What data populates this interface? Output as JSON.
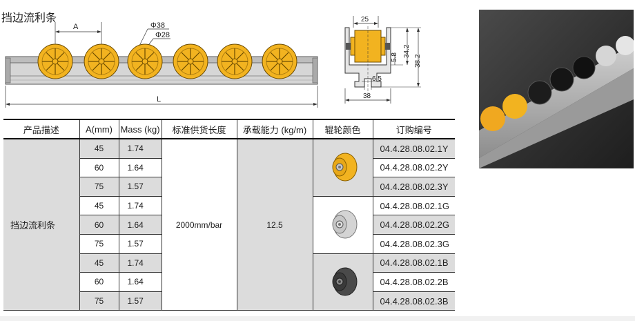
{
  "title": "挡边流利条",
  "drawing": {
    "dim_a": "A",
    "dim_l": "L",
    "dim_d38": "Φ38",
    "dim_d28": "Φ28"
  },
  "section": {
    "dim_25": "25",
    "dim_58": "5.8",
    "dim_342": "34.2",
    "dim_382": "38.2",
    "dim_65": "6.5",
    "dim_38": "38"
  },
  "table": {
    "headers": [
      "产品描述",
      "A(mm)",
      "Mass (kg)",
      "标准供货长度",
      "承载能力 (kg/m)",
      "辊轮颜色",
      "订购编号"
    ],
    "description": "挡边流利条",
    "length": "2000mm/bar",
    "capacity": "12.5",
    "rows": [
      {
        "a": "45",
        "mass": "1.74",
        "code": "04.4.28.08.02.1Y"
      },
      {
        "a": "60",
        "mass": "1.64",
        "code": "04.4.28.08.02.2Y"
      },
      {
        "a": "75",
        "mass": "1.57",
        "code": "04.4.28.08.02.3Y"
      },
      {
        "a": "45",
        "mass": "1.74",
        "code": "04.4.28.08.02.1G"
      },
      {
        "a": "60",
        "mass": "1.64",
        "code": "04.4.28.08.02.2G"
      },
      {
        "a": "75",
        "mass": "1.57",
        "code": "04.4.28.08.02.3G"
      },
      {
        "a": "45",
        "mass": "1.74",
        "code": "04.4.28.08.02.1B"
      },
      {
        "a": "60",
        "mass": "1.64",
        "code": "04.4.28.08.02.2B"
      },
      {
        "a": "75",
        "mass": "1.57",
        "code": "04.4.28.08.02.3B"
      }
    ]
  },
  "colors": {
    "yellow": "#f2b320",
    "grey": "#d4d4d4",
    "black": "#4a4a4a",
    "rail": "#c8c8c8",
    "shade": "#dcdcdc"
  }
}
